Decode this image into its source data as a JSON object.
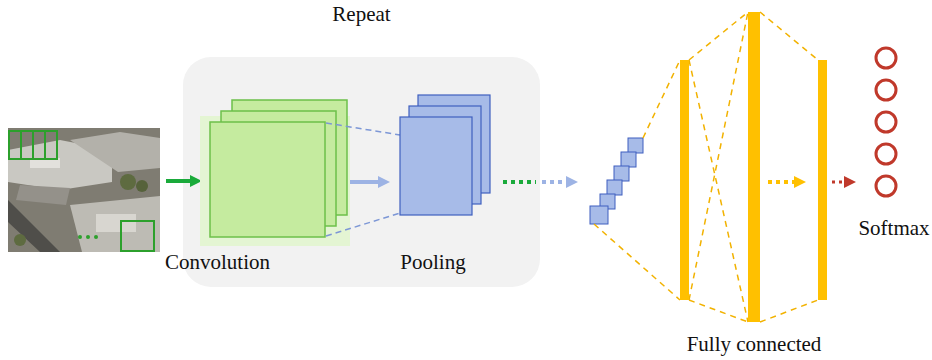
{
  "diagram": {
    "nodes": [
      {
        "text": [
          "Repeat"
        ]
      },
      {
        "text": [
          "Convolution"
        ],
        "in": 0
      },
      {
        "text": [
          "Pooling"
        ],
        "in": 0
      },
      {
        "text": [
          "Fully connected"
        ]
      },
      {
        "text": [
          "Softmax"
        ]
      }
    ],
    "edges": [
      {
        "from": 1,
        "to": 2,
        "arrow": "to"
      },
      {
        "from": 3,
        "to": 4,
        "arrow": "to"
      }
    ]
  }
}
